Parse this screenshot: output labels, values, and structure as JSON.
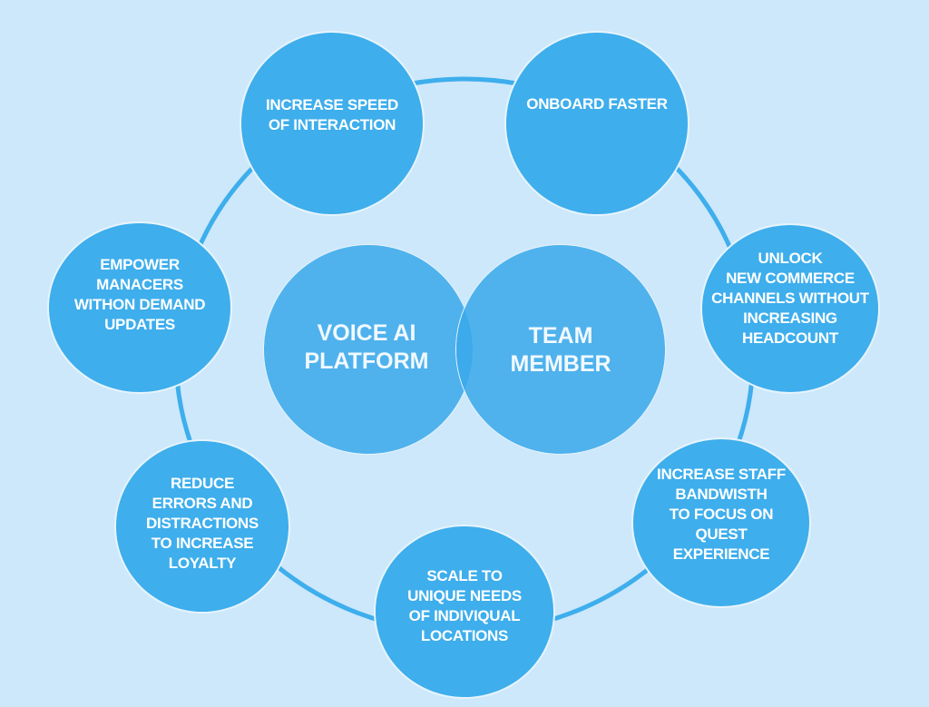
{
  "diagram": {
    "colors": {
      "background": "#cde8fb",
      "node_fill": "#3eaeec",
      "ring_stroke": "#3eaeec",
      "text": "#ffffff"
    },
    "center": [
      {
        "id": "voice-ai-platform",
        "label": "VOICE AI\nPLATFORM"
      },
      {
        "id": "team-member",
        "label": "TEAM\nMEMBER"
      }
    ],
    "outer_nodes": [
      {
        "id": "increase-speed",
        "label": "INCREASE SPEED\nOF INTERACTION"
      },
      {
        "id": "onboard-faster",
        "label": "ONBOARD FASTER"
      },
      {
        "id": "unlock-commerce",
        "label": "UNLOCK\nNEW COMMERCE\nCHANNELS WITHOUT\nINCREASING\nHEADCOUNT"
      },
      {
        "id": "increase-staff-bandwidth",
        "label": "INCREASE STAFF\nBANDWISTH\nTO FOCUS ON QUEST\nEXPERIENCE"
      },
      {
        "id": "scale-locations",
        "label": "SCALE TO\nUNIQUE NEEDS\nOF INDIVIQUAL\nLOCATIONS"
      },
      {
        "id": "reduce-errors",
        "label": "REDUCE\nERRORS AND\nDISTRACTIONS\nTO INCREASE\nLOYALTY"
      },
      {
        "id": "empower-managers",
        "label": "EMPOWER\nMANACERS\nWITHON DEMAND\nUPDATES"
      }
    ]
  }
}
